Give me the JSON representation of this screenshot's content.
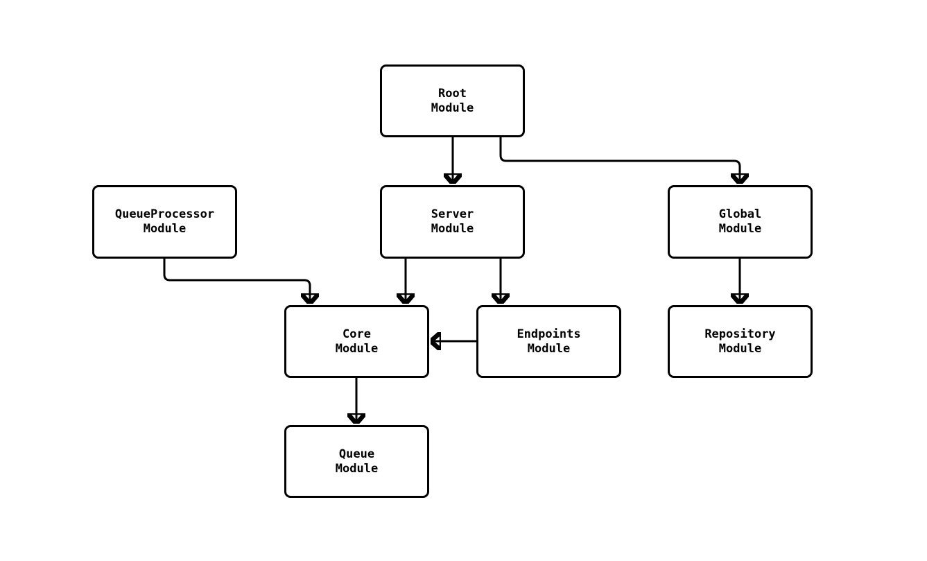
{
  "diagram": {
    "type": "module-dependency-diagram",
    "background_color": "#ffffff",
    "stroke_color": "#000000",
    "text_color": "#000000"
  },
  "nodes": [
    {
      "id": "root",
      "line1": "Root",
      "line2": "Module"
    },
    {
      "id": "queueprocessor",
      "line1": "QueueProcessor",
      "line2": "Module"
    },
    {
      "id": "server",
      "line1": "Server",
      "line2": "Module"
    },
    {
      "id": "global",
      "line1": "Global",
      "line2": "Module"
    },
    {
      "id": "core",
      "line1": "Core",
      "line2": "Module"
    },
    {
      "id": "endpoints",
      "line1": "Endpoints",
      "line2": "Module"
    },
    {
      "id": "repository",
      "line1": "Repository",
      "line2": "Module"
    },
    {
      "id": "queue",
      "line1": "Queue",
      "line2": "Module"
    }
  ],
  "edges": [
    {
      "from": "Root Module",
      "to": "Server Module"
    },
    {
      "from": "Root Module",
      "to": "Global Module"
    },
    {
      "from": "QueueProcessor Module",
      "to": "Core Module"
    },
    {
      "from": "Server Module",
      "to": "Core Module"
    },
    {
      "from": "Server Module",
      "to": "Endpoints Module"
    },
    {
      "from": "Endpoints Module",
      "to": "Core Module"
    },
    {
      "from": "Global Module",
      "to": "Repository Module"
    },
    {
      "from": "Core Module",
      "to": "Queue Module"
    }
  ]
}
